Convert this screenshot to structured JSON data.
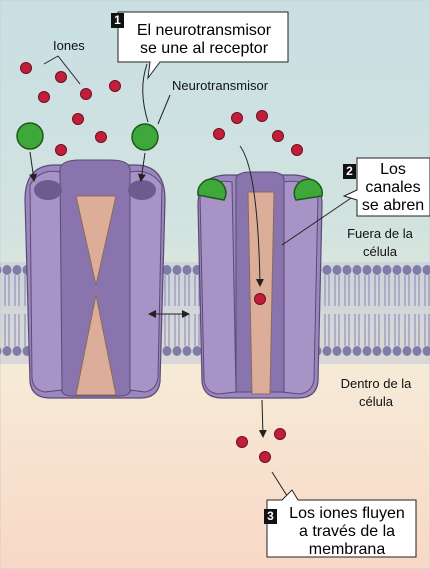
{
  "labels": {
    "ions": "Iones",
    "neurotransmitter": "Neurotransmisor",
    "outside_line1": "Fuera de la",
    "outside_line2": "célula",
    "inside_line1": "Dentro de la",
    "inside_line2": "célula"
  },
  "steps": [
    {
      "number": "1",
      "line1": "El neurotransmisor",
      "line2": "se une al receptor"
    },
    {
      "number": "2",
      "line1": "Los",
      "line2": "canales",
      "line3": "se abren"
    },
    {
      "number": "3",
      "line1": "Los iones fluyen",
      "line2": "a través de la",
      "line3": "membrana"
    }
  ],
  "colors": {
    "background_top": "#c9dfe4",
    "background_bottom": "#f8dcc8",
    "channel_purple": "#9b86bd",
    "channel_dark": "#6e5a8e",
    "pore": "#dcae9a",
    "ion": "#c21e3c",
    "neurotransmitter": "#3fa83a",
    "membrane": "#7f7ca8"
  }
}
